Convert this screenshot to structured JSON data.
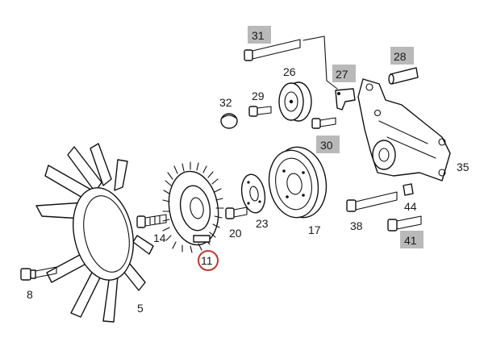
{
  "labels": {
    "p5": "5",
    "p8": "8",
    "p11": "11",
    "p14": "14",
    "p17": "17",
    "p20": "20",
    "p23": "23",
    "p26": "26",
    "p27": "27",
    "p28": "28",
    "p29": "29",
    "p30": "30",
    "p31": "31",
    "p32": "32",
    "p35": "35",
    "p38": "38",
    "p41": "41",
    "p44": "44"
  },
  "colors": {
    "highlight_background": "#b9b9b9",
    "selected_ring": "#c0392b",
    "line": "#111111"
  },
  "icons": {
    "fan": "fan-blade-icon",
    "clutch": "viscous-fan-clutch-icon",
    "pulley": "belt-pulley-icon"
  }
}
